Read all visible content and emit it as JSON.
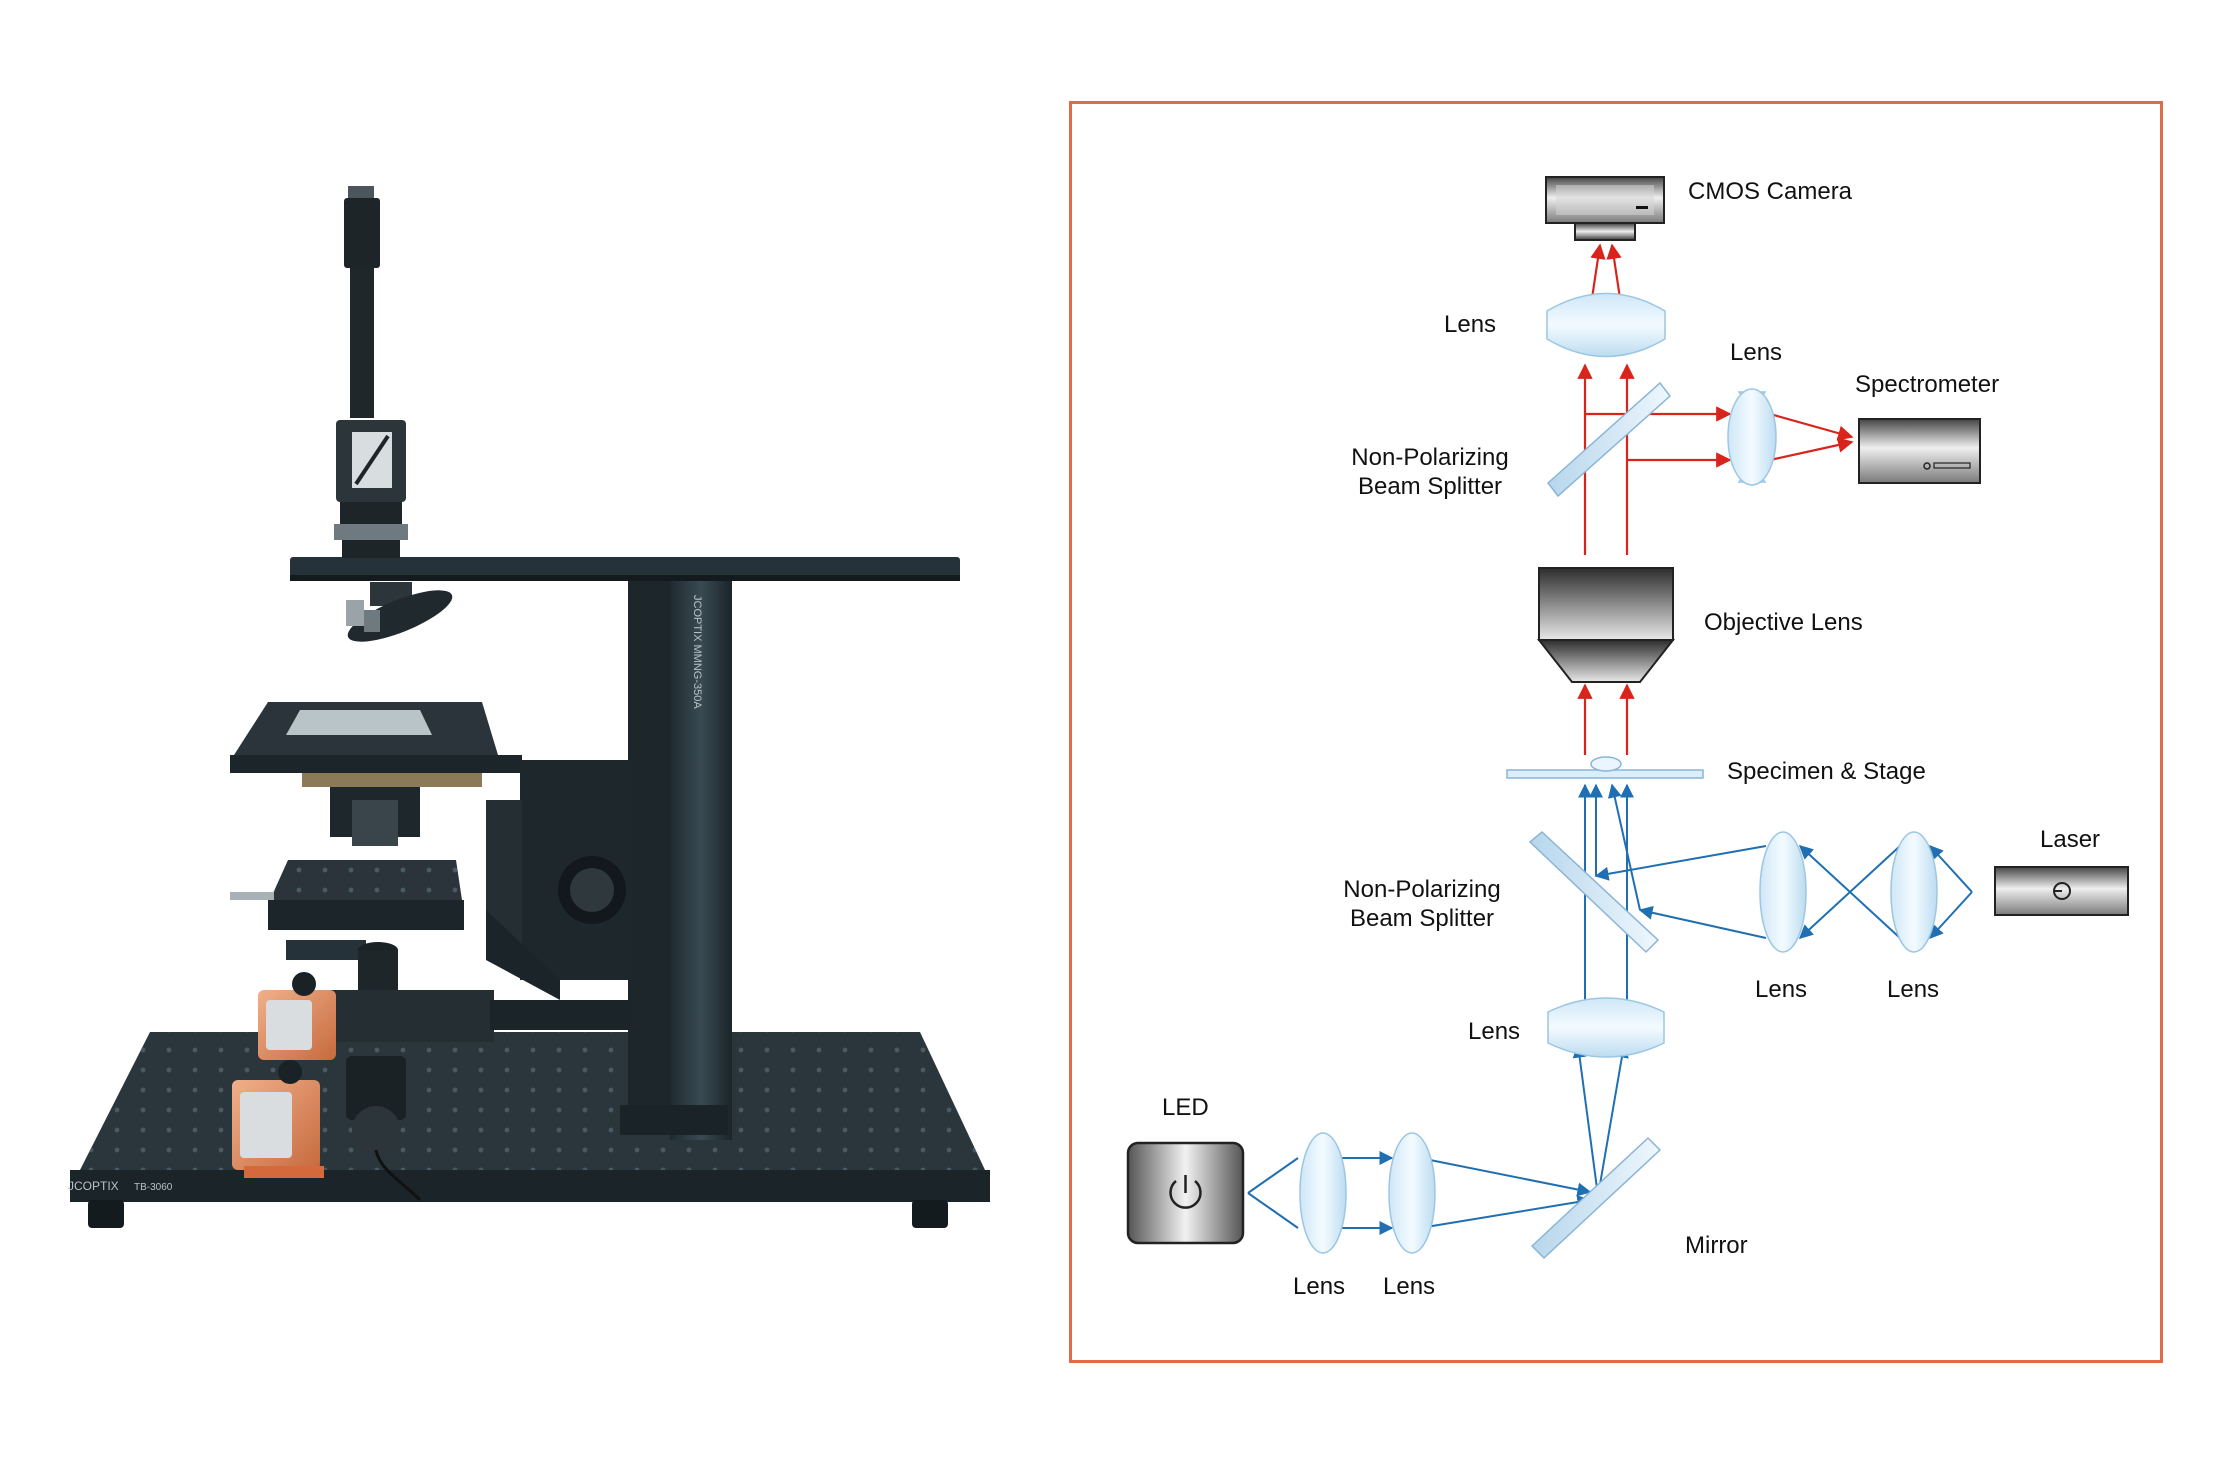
{
  "photo": {
    "table_marking": "JCOPTIX",
    "table_model": "TB-3060",
    "column_marking": "JCOPTIX MMNG-350A"
  },
  "diagram": {
    "frame_color": "#e06b47",
    "beam_colors": {
      "imaging": "#d9241c",
      "illumination": "#1f6fb2"
    },
    "labels": {
      "cmos_camera": "CMOS Camera",
      "lens_top": "Lens",
      "lens_spectro": "Lens",
      "spectrometer": "Spectrometer",
      "bs_top_line1": "Non-Polarizing",
      "bs_top_line2": "Beam Splitter",
      "objective": "Objective Lens",
      "specimen": "Specimen & Stage",
      "laser": "Laser",
      "bs_bottom_line1": "Non-Polarizing",
      "bs_bottom_line2": "Beam Splitter",
      "lens_laser_1": "Lens",
      "lens_laser_2": "Lens",
      "lens_mid": "Lens",
      "led": "LED",
      "mirror": "Mirror",
      "lens_led_1": "Lens",
      "lens_led_2": "Lens"
    }
  }
}
